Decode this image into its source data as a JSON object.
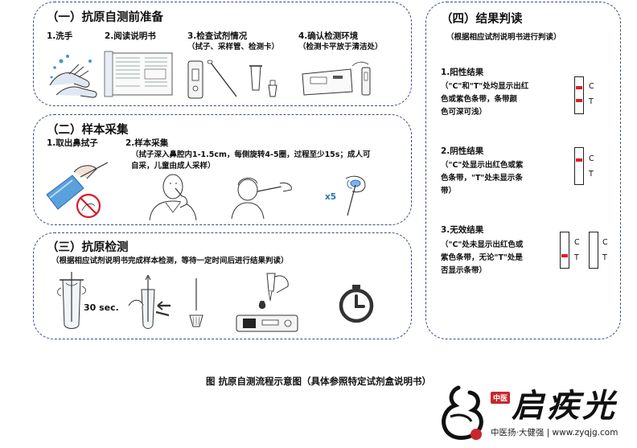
{
  "section1": {
    "title": "（一）抗原自测前准备",
    "steps": [
      {
        "label": "1.洗手"
      },
      {
        "label": "2.阅读说明书"
      },
      {
        "label": "3.检查试剂情况",
        "note": "（拭子、采样管、检测卡）"
      },
      {
        "label": "4.确认检测环境",
        "note": "（检测卡平放于清洁处）"
      }
    ]
  },
  "section2": {
    "title": "（二）样本采集",
    "step1": "1.取出鼻拭子",
    "step2": "2.样本采集",
    "instruction_line1": "（拭子深入鼻腔内1-1.5cm，每侧旋转4-5圈，过程至少15s；成人可",
    "instruction_line2": "自采，儿童由成人采样）",
    "rotate_count": "x5"
  },
  "section3": {
    "title": "（三）抗原检测",
    "instruction": "（根据相应试剂说明书完成样本检测，等待一定时间后进行结果判读）",
    "time_label": "30 sec."
  },
  "section4": {
    "title": "（四）结果判读",
    "instruction": "（根据相应试剂说明书进行判读）",
    "results": [
      {
        "name": "1.阳性结果",
        "line1": "（\"C\"和\"T\"处均显示出红",
        "line2": "色或紫色条带，条带颜",
        "line3": "色可深可浅）"
      },
      {
        "name": "2.阴性结果",
        "line1": "（\"C\"处显示出红色或紫",
        "line2": "色条带，\"T\"处未显示条",
        "line3": "带）"
      },
      {
        "name": "3.无效结果",
        "line1": "（\"C\"处未显示出红色或",
        "line2": "紫色条带，无论\"T\"处是",
        "line3": "否显示条带）"
      }
    ],
    "strip_labels": {
      "c": "C",
      "t": "T"
    },
    "band_color": "#e01b24"
  },
  "caption": "图  抗原自测流程示意图（具体参照特定试剂盒说明书）",
  "watermark": {
    "brand": "启疾光",
    "seal": "中医",
    "footer": "中医扬·大健强 | www.zyqjg.com"
  }
}
